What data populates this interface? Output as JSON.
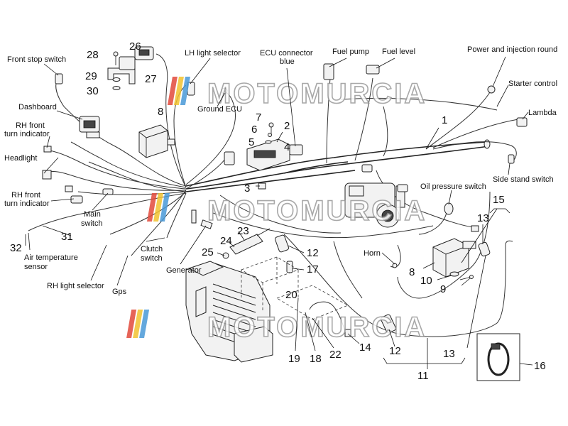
{
  "watermark": {
    "text": "MOTOMURCIA",
    "stripe_colors": [
      "#e24a3b",
      "#f2c230",
      "#4a9ad8"
    ]
  },
  "labels": {
    "front_stop_switch": "Front stop switch",
    "dashboard": "Dashboard",
    "rh_front_turn_1a": "RH front",
    "rh_front_turn_1b": "turn indicator",
    "headlight": "Headlight",
    "rh_front_turn_2a": "RH front",
    "rh_front_turn_2b": "turn indicator",
    "main_switch_a": "Main",
    "main_switch_b": "switch",
    "air_temp_a": "Air temperature",
    "air_temp_b": "sensor",
    "rh_light_selector": "RH light selector",
    "gps": "Gps",
    "clutch_switch_a": "Clutch",
    "clutch_switch_b": "switch",
    "generator": "Generator",
    "lh_light_selector": "LH light selector",
    "ground_ecu": "Ground ECU",
    "ecu_connector_a": "ECU connector",
    "ecu_connector_b": "blue",
    "fuel_pump": "Fuel pump",
    "fuel_level": "Fuel level",
    "power_injection": "Power and injection round",
    "starter_control": "Starter control",
    "lambda": "Lambda",
    "side_stand_switch": "Side stand switch",
    "oil_pressure_switch": "Oil pressure switch",
    "horn": "Horn"
  },
  "numbers": {
    "n1": "1",
    "n2": "2",
    "n3": "3",
    "n4": "4",
    "n5": "5",
    "n6": "6",
    "n7": "7",
    "n8a": "8",
    "n8b": "8",
    "n9": "9",
    "n10": "10",
    "n11": "11",
    "n12a": "12",
    "n12b": "12",
    "n13a": "13",
    "n13b": "13",
    "n14": "14",
    "n15": "15",
    "n16": "16",
    "n17": "17",
    "n18": "18",
    "n19": "19",
    "n20": "20",
    "n22": "22",
    "n23": "23",
    "n24": "24",
    "n25": "25",
    "n26": "26",
    "n27": "27",
    "n28": "28",
    "n29": "29",
    "n30": "30",
    "n31": "31",
    "n32": "32"
  }
}
